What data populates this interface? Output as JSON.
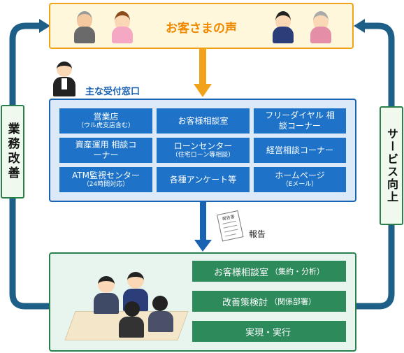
{
  "diagram": {
    "top": {
      "title": "お客さまの声"
    },
    "reception": {
      "label": "主な受付窓口",
      "cells": [
        {
          "main": "営業店",
          "sub": "（ウル虎支店含む）"
        },
        {
          "main": "お客様相談室",
          "sub": ""
        },
        {
          "main": "フリーダイヤル 相談コーナー",
          "sub": ""
        },
        {
          "main": "資産運用 相談コーナー",
          "sub": ""
        },
        {
          "main": "ローンセンター",
          "sub": "（住宅ローン等相談）"
        },
        {
          "main": "経営相談コーナー",
          "sub": ""
        },
        {
          "main": "ATM監視センター",
          "sub": "（24時間対応）"
        },
        {
          "main": "各種アンケート等",
          "sub": ""
        },
        {
          "main": "ホームページ",
          "sub": "（Eメール）"
        }
      ]
    },
    "report_label": "報告",
    "report_doc_text": "報告書",
    "steps": [
      {
        "main": "お客様相談室",
        "sub": "（集約・分析）"
      },
      {
        "main": "改善策検討",
        "sub": "（関係部署）"
      },
      {
        "main": "実現・実行",
        "sub": ""
      }
    ],
    "left_label": "業務改善",
    "right_label": "サービス向上"
  },
  "colors": {
    "orange": "#f1a21a",
    "blue": "#1a62b2",
    "cell_blue": "#1e73c8",
    "green": "#2a7f4a",
    "loop_arrow": "#1d5f87"
  }
}
